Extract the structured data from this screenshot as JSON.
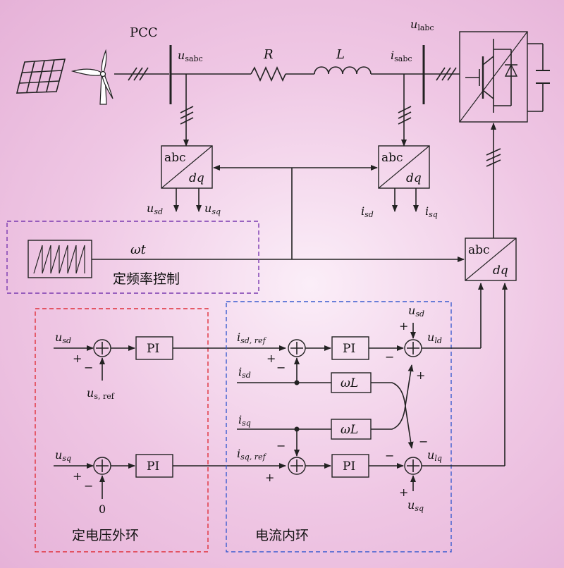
{
  "labels": {
    "pcc": "PCC",
    "u_sabc_main": "u",
    "u_sabc_sub": "sabc",
    "R": "R",
    "L": "L",
    "i_sabc_main": "i",
    "i_sabc_sub": "sabc",
    "u_labc_main": "u",
    "u_labc_sub": "labc",
    "abc": "abc",
    "dq": "dq",
    "u_sd_main": "u",
    "u_sd_sub": "sd",
    "u_sq_main": "u",
    "u_sq_sub": "sq",
    "i_sd_main": "i",
    "i_sd_sub": "sd",
    "i_sq_main": "i",
    "i_sq_sub": "sq",
    "omega_t": "ωt",
    "freq_ctrl": "定频率控制",
    "voltage_loop": "定电压外环",
    "current_loop": "电流内环",
    "pi": "PI",
    "omega_L": "ωL",
    "u_s_ref_main": "u",
    "u_s_ref_sub": "s, ref",
    "zero": "0",
    "i_sd_ref_main": "i",
    "i_sd_ref_sub": "sd, ref",
    "i_sq_ref_main": "i",
    "i_sq_ref_sub": "sq, ref",
    "u_ld_main": "u",
    "u_ld_sub": "ld",
    "u_lq_main": "u",
    "u_lq_sub": "lq",
    "plus": "+",
    "minus": "−"
  },
  "colors": {
    "voltage_loop_border": "#e0303a",
    "current_loop_border": "#3a5ccf",
    "freq_ctrl_border": "#7a3ab0",
    "line": "#222222"
  }
}
